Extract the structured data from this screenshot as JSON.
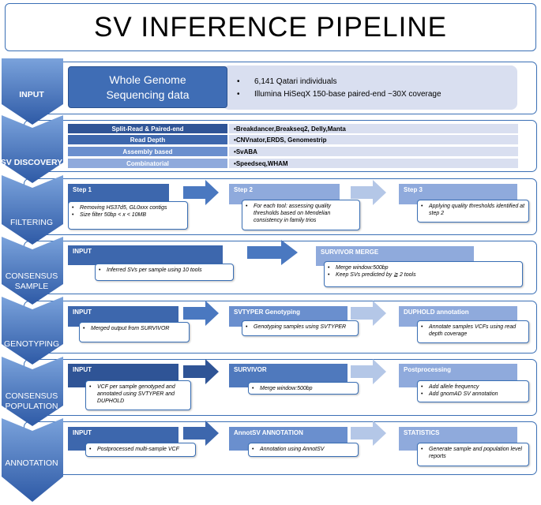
{
  "title": "SV INFERENCE PIPELINE",
  "stages": [
    {
      "label": "INPUT",
      "bold": true
    },
    {
      "label": "SV DISCOVERY",
      "bold": true
    },
    {
      "label": "FILTERING",
      "bold": false
    },
    {
      "label": "CONSENSUS SAMPLE",
      "bold": false
    },
    {
      "label": "GENOTYPING",
      "bold": false
    },
    {
      "label": "CONSENSUS POPULATION",
      "bold": false
    },
    {
      "label": "ANNOTATION",
      "bold": false
    }
  ],
  "input": {
    "wgs_label": "Whole Genome Sequencing data",
    "bullets": [
      "6,141 Qatari individuals",
      "Illumina HiSeqX 150-base paired-end ~30X coverage"
    ]
  },
  "discovery": {
    "rows": [
      {
        "method": "Split-Read & Paired-end",
        "tools": "Breakdancer,Breakseq2, Delly,Manta"
      },
      {
        "method": "Read Depth",
        "tools": "CNVnator,ERDS, Genomestrip"
      },
      {
        "method": "Assembly based",
        "tools": "SvABA"
      },
      {
        "method": "Combinatorial",
        "tools": "Speedseq,WHAM"
      }
    ]
  },
  "filtering": {
    "step1": {
      "title": "Step 1",
      "notes": [
        "Removing HS37d5, GL0xxx contigs",
        "Size filter 50bp < x < 10MB"
      ]
    },
    "step2": {
      "title": "Step 2",
      "notes": [
        "For each tool: assessing quality thresholds based on Mendelian consistency in family trios"
      ]
    },
    "step3": {
      "title": "Step 3",
      "notes": [
        "Applying quality thresholds identified at step 2"
      ]
    }
  },
  "consensus_sample": {
    "input": {
      "title": "INPUT",
      "notes": [
        "Inferred SVs per sample using 10 tools"
      ]
    },
    "merge": {
      "title": "SURVIVOR MERGE",
      "notes": [
        "Merge window:500bp",
        "Keep SVs predicted by ≧ 2 tools"
      ]
    }
  },
  "genotyping": {
    "input": {
      "title": "INPUT",
      "notes": [
        "Merged output from SURVIVOR"
      ]
    },
    "svtyper": {
      "title": "SVTYPER Genotyping",
      "notes": [
        "Genotyping samples using SVTYPER"
      ]
    },
    "duphold": {
      "title": "DUPHOLD annotation",
      "notes": [
        "Annotate samples VCFs using read depth coverage"
      ]
    }
  },
  "consensus_population": {
    "input": {
      "title": "INPUT",
      "notes": [
        "VCF per sample genotyped and annotated using SVTYPER and DUPHOLD"
      ]
    },
    "survivor": {
      "title": "SURVIVOR",
      "notes": [
        "Merge window:500bp"
      ]
    },
    "post": {
      "title": "Postprocessing",
      "notes": [
        "Add allele frequency",
        "Add gnomAD SV annotation"
      ]
    }
  },
  "annotation": {
    "input": {
      "title": "INPUT",
      "notes": [
        "Postprocessed multi-sample VCF"
      ]
    },
    "annotsv": {
      "title": "AnnotSV ANNOTATION",
      "notes": [
        "Annotation using AnnotSV"
      ]
    },
    "stats": {
      "title": "STATISTICS",
      "notes": [
        "Generate sample and population level reports"
      ]
    }
  },
  "colors": {
    "chevron_top": "#6f98d3",
    "chevron_bottom": "#3462ad",
    "dark": "#2f5496",
    "mid": "#4f79bd",
    "light": "#8faadc",
    "pale": "#b4c7e7",
    "panel": "#d9dff0",
    "outline": "#3a6fb5"
  }
}
